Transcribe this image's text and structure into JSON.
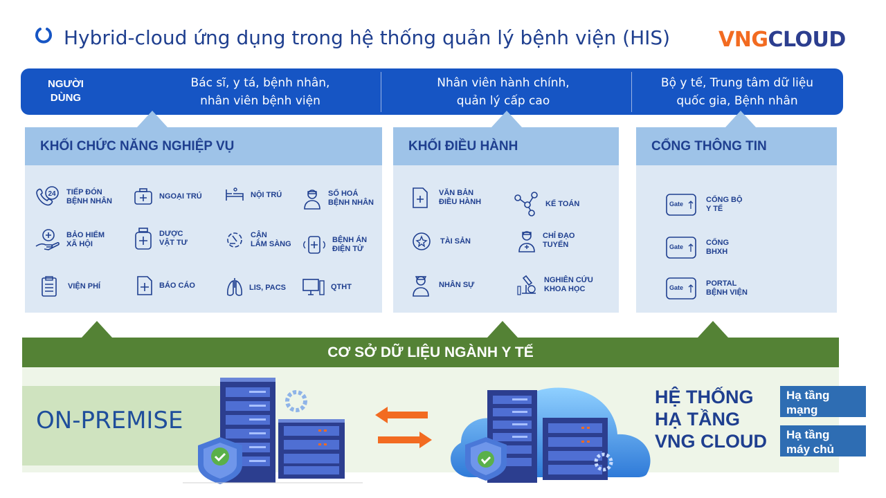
{
  "title": "Hybrid-cloud ứng dụng trong hệ thống quản lý bệnh viện (HIS)",
  "logo": {
    "part1": "VNG",
    "part2": "CLOUD"
  },
  "users": {
    "label_line1": "NGƯỜI",
    "label_line2": "DÙNG",
    "group1": [
      "Bác sĩ, y tá, bệnh nhân,",
      "nhân viên bệnh viện"
    ],
    "group2": [
      "Nhân viên hành chính,",
      "quản lý cấp cao"
    ],
    "group3": [
      "Bộ y tế, Trung tâm dữ liệu",
      "quốc gia, Bệnh nhân"
    ]
  },
  "panel1": {
    "title": "KHỐI CHỨC NĂNG NGHIỆP VỤ",
    "items": [
      {
        "l1": "TIẾP ĐÓN",
        "l2": "BỆNH NHÂN",
        "icon": "phone-24-icon"
      },
      {
        "l1": "NGOẠI TRÚ",
        "l2": "",
        "icon": "medkit-icon"
      },
      {
        "l1": "NỘI TRÚ",
        "l2": "",
        "icon": "hospital-bed-icon"
      },
      {
        "l1": "SỐ HOÁ",
        "l2": "BỆNH NHÂN",
        "icon": "doctor-icon"
      },
      {
        "l1": "BẢO HIỂM",
        "l2": "XÃ HỘI",
        "icon": "insurance-hand-icon"
      },
      {
        "l1": "DƯỢC",
        "l2": "VẬT TƯ",
        "icon": "medicine-jar-icon"
      },
      {
        "l1": "CẬN",
        "l2": "LÂM SÀNG",
        "icon": "microscope-icon"
      },
      {
        "l1": "BỆNH ÁN",
        "l2": "ĐIỆN TỬ",
        "icon": "mobile-health-icon"
      },
      {
        "l1": "VIỆN PHÍ",
        "l2": "",
        "icon": "clipboard-icon"
      },
      {
        "l1": "BÁO CÁO",
        "l2": "",
        "icon": "report-icon"
      },
      {
        "l1": "LIS, PACS",
        "l2": "",
        "icon": "lungs-icon"
      },
      {
        "l1": "QTHT",
        "l2": "",
        "icon": "computer-icon"
      }
    ]
  },
  "panel2": {
    "title": "KHỐI ĐIỀU HÀNH",
    "items": [
      {
        "l1": "VĂN BẢN",
        "l2": "ĐIỀU HÀNH",
        "icon": "document-icon"
      },
      {
        "l1": "KẾ TOÁN",
        "l2": "",
        "icon": "network-icon"
      },
      {
        "l1": "TÀI SẢN",
        "l2": "",
        "icon": "asset-icon"
      },
      {
        "l1": "CHỈ ĐẠO",
        "l2": "TUYẾN",
        "icon": "director-icon"
      },
      {
        "l1": "NHÂN SỰ",
        "l2": "",
        "icon": "nurse-icon"
      },
      {
        "l1": "NGHIÊN CỨU",
        "l2": "KHOA HỌC",
        "icon": "research-icon"
      }
    ]
  },
  "panel3": {
    "title": "CỔNG THÔNG TIN",
    "gate_text": "Gate",
    "items": [
      {
        "l1": "CỔNG BỘ",
        "l2": "Y TẾ"
      },
      {
        "l1": "CỔNG",
        "l2": "BHXH"
      },
      {
        "l1": "PORTAL",
        "l2": "BỆNH VIỆN"
      }
    ]
  },
  "database": {
    "label": "CƠ SỞ DỮ LIỆU NGÀNH Y TẾ"
  },
  "onpremise": {
    "label": "ON-PREMISE"
  },
  "vng_system": {
    "line1": "HỆ THỐNG",
    "line2": "HẠ TẦNG",
    "line3": "VNG CLOUD",
    "box1": [
      "Hạ tầng",
      "mạng"
    ],
    "box2": [
      "Hạ tầng",
      "máy chủ"
    ]
  },
  "colors": {
    "primary": "#1655c4",
    "panel_head": "#9ec3e8",
    "panel_body": "#dde8f4",
    "green": "#548235",
    "arrow": "#f26b21"
  }
}
